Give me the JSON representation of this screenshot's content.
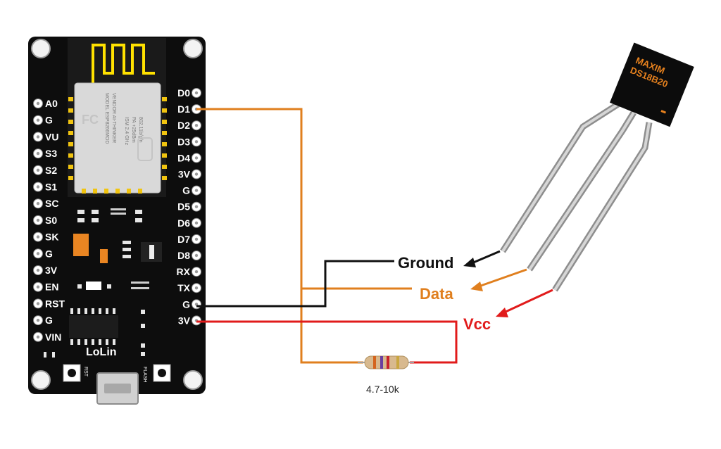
{
  "board": {
    "brand": "LoLin",
    "rst_label": "RST",
    "flash_label": "FLASH",
    "module_lines": [
      "MODEL ESP8266MOD",
      "VENDOR AI-THINKER",
      "ISM 2.4 GHz",
      "PA +25dBm",
      "802.11b/g/n"
    ],
    "left_pins": [
      "A0",
      "G",
      "VU",
      "S3",
      "S2",
      "S1",
      "SC",
      "S0",
      "SK",
      "G",
      "3V",
      "EN",
      "RST",
      "G",
      "VIN"
    ],
    "right_pins": [
      "D0",
      "D1",
      "D2",
      "D3",
      "D4",
      "3V",
      "G",
      "D5",
      "D6",
      "D7",
      "D8",
      "RX",
      "TX",
      "G",
      "3V"
    ]
  },
  "sensor": {
    "brand": "MAXIM",
    "model": "DS18B20"
  },
  "labels": {
    "ground": "Ground",
    "data": "Data",
    "vcc": "Vcc",
    "resistor": "4.7-10k"
  },
  "colors": {
    "board": "#0d0d0d",
    "data_wire": "#e07f1e",
    "ground_wire": "#111111",
    "vcc_wire": "#e11b1b",
    "sensor_text": "#e8821e"
  }
}
